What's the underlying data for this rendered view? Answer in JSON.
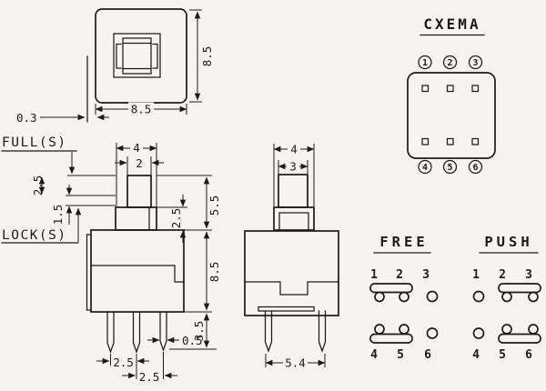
{
  "colors": {
    "ink": "#1d1b18",
    "background": "#f5f4f0"
  },
  "top_view": {
    "width": "8.5",
    "height": "8.5",
    "tab_thickness": "0.3"
  },
  "front_view": {
    "full_label": "FULL(S)",
    "lock_label": "LOCK(S)",
    "full_travel": "2.5",
    "lock_travel": "1.5",
    "plunger_width": "4",
    "tip_width": "2",
    "stage_height": "2.5",
    "plunger_height": "5.5",
    "body_height": "8.5",
    "pin_length": "3.5",
    "pin_width": "0.5",
    "pin_pitch_1": "2.5",
    "pin_pitch_2": "2.5"
  },
  "side_view": {
    "plunger_width": "4",
    "tip_width": "3",
    "pin_span": "5.4"
  },
  "schematic": {
    "title": "CXEMA",
    "pins_top": [
      "1",
      "2",
      "3"
    ],
    "pins_bottom": [
      "4",
      "5",
      "6"
    ]
  },
  "states": {
    "free": {
      "label": "FREE",
      "pins_top": [
        "1",
        "2",
        "3"
      ],
      "pins_bottom": [
        "4",
        "5",
        "6"
      ],
      "connected_top": "1-2",
      "connected_bottom": "4-5"
    },
    "push": {
      "label": "PUSH",
      "pins_top": [
        "1",
        "2",
        "3"
      ],
      "pins_bottom": [
        "4",
        "5",
        "6"
      ],
      "connected_top": "2-3",
      "connected_bottom": "5-6"
    }
  }
}
